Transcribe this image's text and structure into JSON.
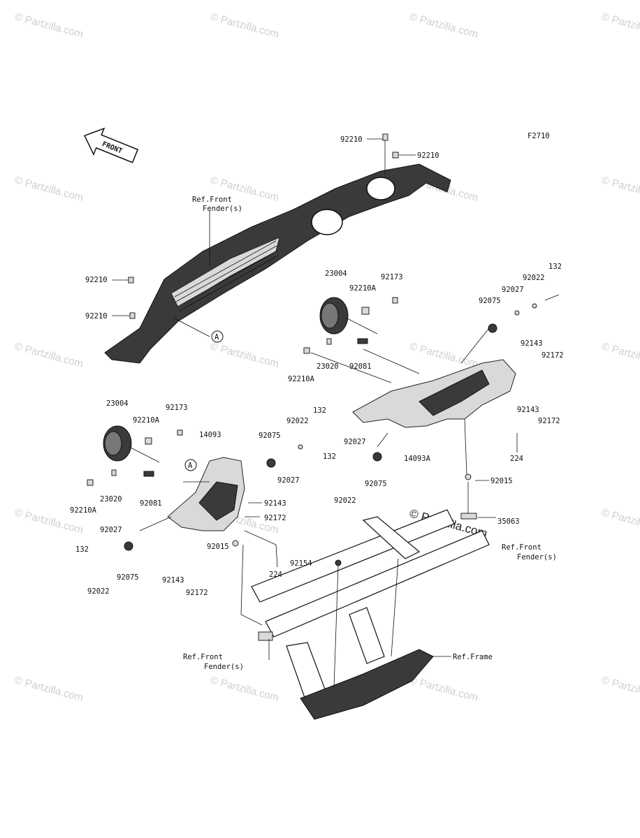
{
  "figure_id": "F2710",
  "front_arrow_label": "FRONT",
  "watermark_text": "© Partzilla.com",
  "callout_letter": "A",
  "ref_labels": {
    "front_fender_top_line1": "Ref.Front",
    "front_fender_top_line2": "Fender(s)",
    "front_fender_right_line1": "Ref.Front",
    "front_fender_right_line2": "Fender(s)",
    "front_fender_bottom_line1": "Ref.Front",
    "front_fender_bottom_line2": "Fender(s)",
    "frame": "Ref.Frame"
  },
  "part_numbers": {
    "p92210_top1": "92210",
    "p92210_top2": "92210",
    "p92210_left1": "92210",
    "p92210_left2": "92210",
    "p23004_r": "23004",
    "p92210A_r": "92210A",
    "p92173_r": "92173",
    "p23020_r": "23020",
    "p92081_r": "92081",
    "p92210A_r2": "92210A",
    "p132_r": "132",
    "p92022_r": "92022",
    "p92027_r": "92027",
    "p92075_r": "92075",
    "p92143_r1": "92143",
    "p92172_r1": "92172",
    "p92143_r2": "92143",
    "p92172_r2": "92172",
    "p14093A": "14093A",
    "p224_r": "224",
    "p92015_r": "92015",
    "p35063": "35063",
    "p92027_m": "92027",
    "p132_m": "132",
    "p92022_m": "92022",
    "p92075_m": "92075",
    "p23004_l": "23004",
    "p92173_l": "92173",
    "p92210A_l": "92210A",
    "p14093": "14093",
    "p92075_l2": "92075",
    "p92022_l2": "92022",
    "p132_l2": "132",
    "p92027_l2": "92027",
    "p23020_l": "23020",
    "p92081_l": "92081",
    "p92210A_l2": "92210A",
    "p92143_l": "92143",
    "p92172_l": "92172",
    "p92015_l": "92015",
    "p224_l": "224",
    "p92154": "92154",
    "p92027_l": "92027",
    "p132_l": "132",
    "p92075_l": "92075",
    "p92022_l": "92022",
    "p92143_l2": "92143",
    "p92172_l2": "92172"
  }
}
